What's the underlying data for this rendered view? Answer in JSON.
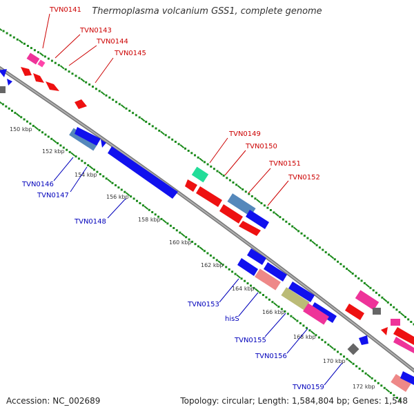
{
  "title": "Thermoplasma volcanium GSS1, complete genome",
  "footer": {
    "accession": "Accession: NC_002689",
    "stats": "Topology: circular; Length: 1,584,804 bp; Genes: 1,548"
  },
  "colors": {
    "backbone": "#888888",
    "tick": "#1a8a1a",
    "forward_label": "#cc0000",
    "reverse_label": "#0000bb"
  },
  "scale": {
    "labels": [
      "150 kbp",
      "152 kbp",
      "154 kbp",
      "156 kbp",
      "158 kbp",
      "160 kbp",
      "162 kbp",
      "164 kbp",
      "166 kbp",
      "168 kbp",
      "170 kbp",
      "172 kbp"
    ]
  },
  "gene_labels": {
    "forward": [
      "TVN0141",
      "TVN0143",
      "TVN0144",
      "TVN0145",
      "TVN0149",
      "TVN0150",
      "TVN0151",
      "TVN0152"
    ],
    "reverse": [
      "TVN0146",
      "TVN0147",
      "TVN0148",
      "TVN0153",
      "hisS",
      "TVN0155",
      "TVN0156",
      "TVN0159"
    ]
  }
}
